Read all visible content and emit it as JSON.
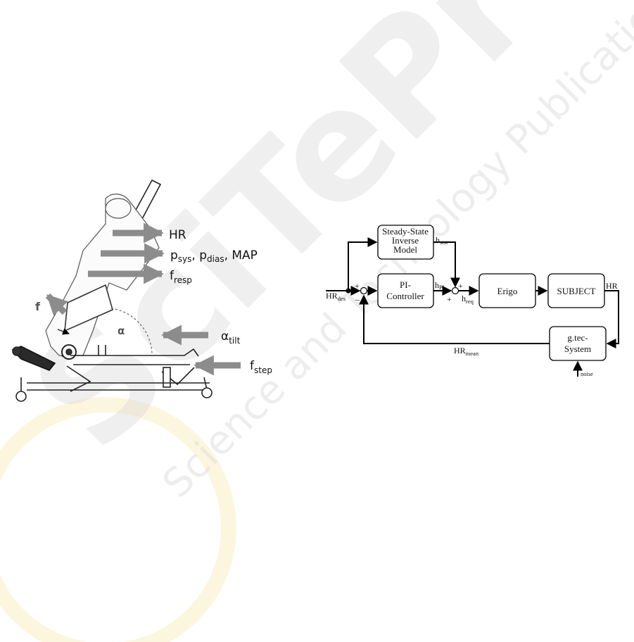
{
  "watermark": {
    "title": "SciTePress",
    "subtitle": "Science and Technology Publications"
  },
  "left_figure": {
    "labels": {
      "hr": "HR",
      "p": "p",
      "p_sys_sub": "sys",
      "p_dias": ", p",
      "p_dias_sub": "dias",
      "map": ", MAP",
      "f_resp": "f",
      "f_resp_sub": "resp",
      "f_force": "f",
      "alpha": "α",
      "alpha_tilt": "α",
      "alpha_tilt_sub": "tilt",
      "f_step": "f",
      "f_step_sub": "step"
    }
  },
  "block_diagram": {
    "blocks": {
      "inverse_model": [
        "Steady-State",
        "Inverse",
        "Model"
      ],
      "pi_controller": [
        "PI-",
        "Controller"
      ],
      "erigo": [
        "Erigo"
      ],
      "subject": [
        "SUBJECT"
      ],
      "gtec": [
        "g.tec-",
        "System"
      ]
    },
    "signals": {
      "hr_des": "HR",
      "hr_des_sub": "des",
      "h_stst": "h",
      "h_stst_sub": "stst",
      "h_pi": "h",
      "h_pi_sub": "PI",
      "h_req": "h",
      "h_req_sub": "req",
      "hr_out": "HR",
      "hr_mean": "HR",
      "hr_mean_sub": "mean",
      "noise": "noise"
    },
    "signs": {
      "sum1_plus": "+",
      "sum1_minus": "–",
      "sum2_plus_top": "+",
      "sum2_plus_bottom": "+"
    }
  }
}
